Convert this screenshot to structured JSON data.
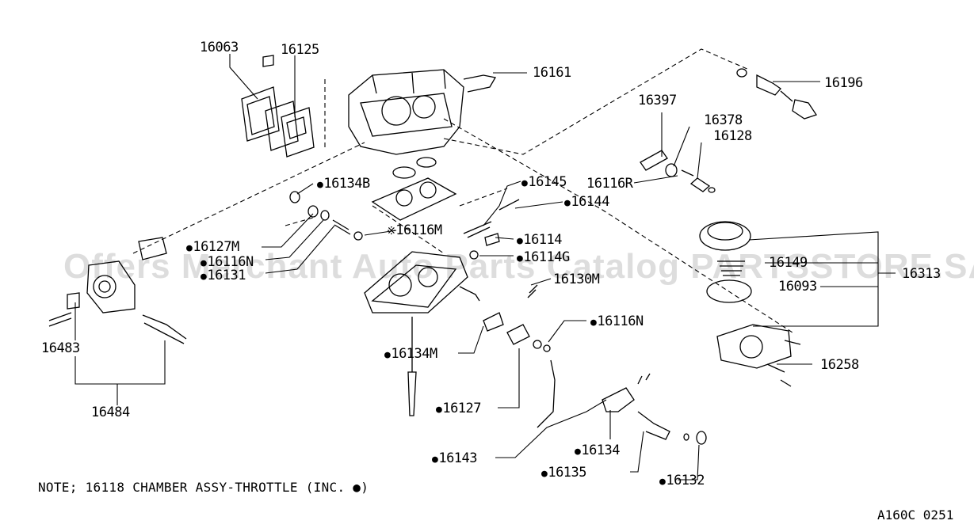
{
  "watermark": "Offers Merchant Auto Parts Catalog PARTSSTORE.SA",
  "note": "NOTE; 16118 CHAMBER ASSY-THROTTLE (INC. ●)",
  "diagram_code": "A160C 0251",
  "labels": {
    "p16063": "16063",
    "p16125": "16125",
    "p16161": "16161",
    "p16196": "16196",
    "p16397": "16397",
    "p16378": "16378",
    "p16128": "16128",
    "p16116R": "16116R",
    "p16145": "16145",
    "p16144": "16144",
    "p16134B": "16134B",
    "p16116M": "16116M",
    "p16114": "16114",
    "p16114G": "16114G",
    "p16127M": "16127M",
    "p16116N_a": "16116N",
    "p16131": "16131",
    "p16130M": "16130M",
    "p16149": "16149",
    "p16093": "16093",
    "p16313": "16313",
    "p16258": "16258",
    "p16483": "16483",
    "p16484": "16484",
    "p16134M": "16134M",
    "p16116N_b": "16116N",
    "p16127": "16127",
    "p16143": "16143",
    "p16134": "16134",
    "p16135": "16135",
    "p16132": "16132"
  }
}
